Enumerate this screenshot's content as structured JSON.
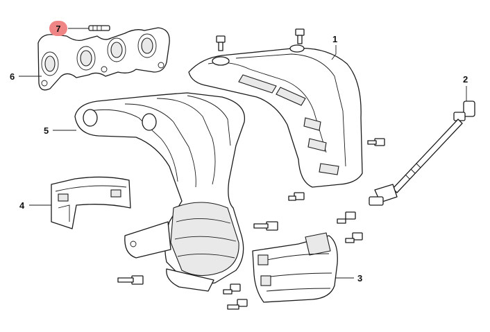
{
  "callouts": [
    {
      "id": "1",
      "label": "1",
      "highlighted": false
    },
    {
      "id": "2",
      "label": "2",
      "highlighted": false
    },
    {
      "id": "3",
      "label": "3",
      "highlighted": false
    },
    {
      "id": "4",
      "label": "4",
      "highlighted": false
    },
    {
      "id": "5",
      "label": "5",
      "highlighted": false
    },
    {
      "id": "6",
      "label": "6",
      "highlighted": false
    },
    {
      "id": "7",
      "label": "7",
      "highlighted": true
    }
  ],
  "colors": {
    "highlight": "#f08585",
    "line": "#1a1a1a",
    "shade": "#e9e9e9",
    "background": "#ffffff"
  },
  "parts": {
    "1": "heat-shield-upper",
    "2": "oxygen-sensor",
    "3": "heat-shield-lower",
    "4": "bracket-shield",
    "5": "exhaust-manifold-catalytic-converter",
    "6": "manifold-gasket",
    "7": "stud"
  }
}
